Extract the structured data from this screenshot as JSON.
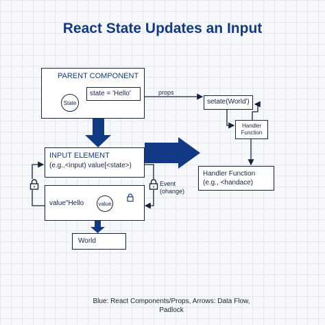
{
  "title": "React State Updates an Input",
  "parent_component": {
    "heading": "PARENT COMPONENT",
    "state_expr": "state = 'Hello'",
    "state_circle": "State"
  },
  "props_label": "props",
  "setstate": {
    "label": "setate(World')"
  },
  "handler_function_box": {
    "label": "Handler\nFunction"
  },
  "handler_function_detail": {
    "line1": "Handler Function",
    "line2": "(e.g., <handace)"
  },
  "input_element": {
    "heading": "INPUT ELEMENT",
    "subtitle": "(e.g.,<input) value[<state>)"
  },
  "value_box": {
    "label": "value\"Hello",
    "circle": "value"
  },
  "event_label": "Event\n(ohange)",
  "world_box": {
    "label": "World"
  },
  "legend": "Blue: React Components/Props, Arrows: Data Flow, Padlock",
  "colors": {
    "title": "#123a84",
    "arrow_fill": "#123a84",
    "line": "#16233d",
    "grid": "#e4e7ec"
  },
  "icons": [
    "padlock-icon",
    "arrow-icon"
  ]
}
